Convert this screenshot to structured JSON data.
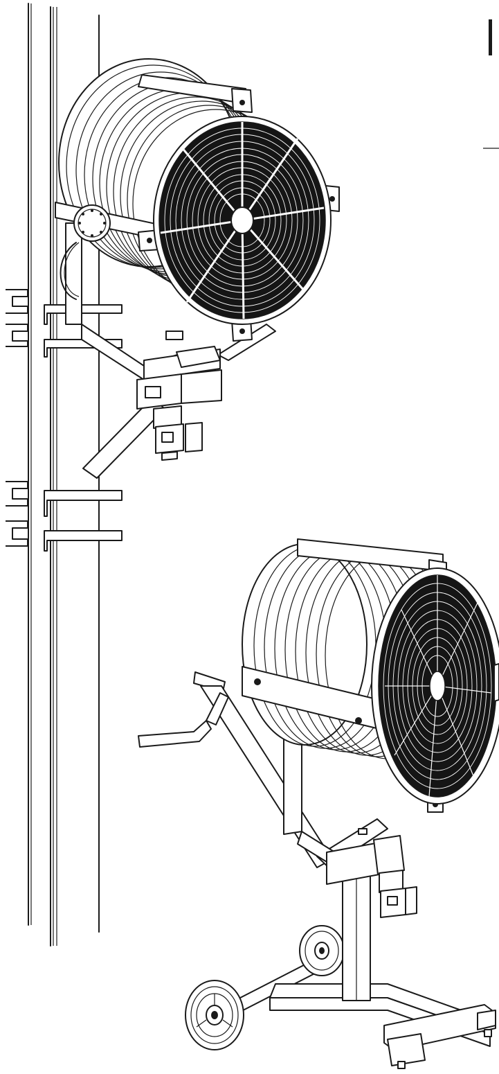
{
  "figure": {
    "text_labels": [],
    "components": [
      "wall-mounted-fan",
      "wall-mount-bracket",
      "mobile-cart-fan",
      "cart-handle",
      "cart-wheels"
    ],
    "colors": {
      "line": "#1a1a1a",
      "fill": "#ffffff",
      "grille": "#151515"
    }
  }
}
